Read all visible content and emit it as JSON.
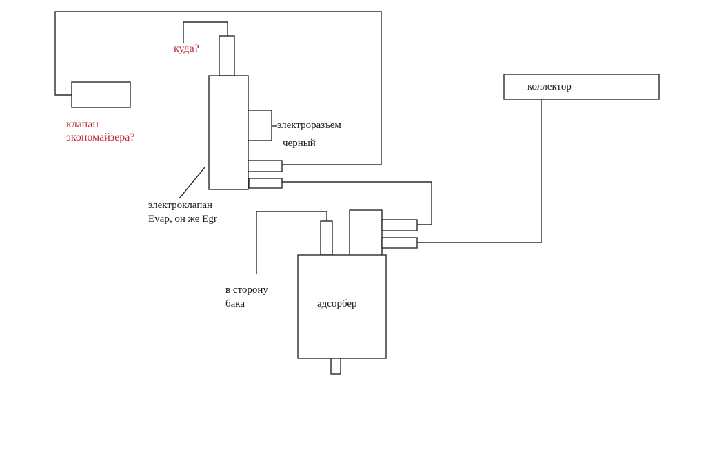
{
  "diagram": {
    "colors": {
      "line": "#2b2b2b",
      "text": "#1a1a1a",
      "question_text": "#c0303a",
      "background": "#ffffff"
    },
    "labels": {
      "where": "куда?",
      "economizer_line1": "клапан",
      "economizer_line2": "экономайзера?",
      "connector_line1": "электроразъем",
      "connector_line2": "черный",
      "valve_line1": "электроклапан",
      "valve_line2": "Evap, он же Egr",
      "tank_line1": "в сторону",
      "tank_line2": "бака",
      "adsorber": "адсорбер",
      "collector": "коллектор"
    },
    "components": [
      {
        "id": "economizer-valve",
        "label_ref": "economizer",
        "uncertain": true
      },
      {
        "id": "evap-egr-solenoid-valve",
        "label_ref": "valve"
      },
      {
        "id": "black-electrical-connector",
        "label_ref": "connector"
      },
      {
        "id": "adsorber",
        "label_ref": "adsorber"
      },
      {
        "id": "collector",
        "label_ref": "collector"
      }
    ],
    "connections": [
      {
        "from": "evap-egr-solenoid-valve.upper-port",
        "to": "economizer-valve"
      },
      {
        "from": "evap-egr-solenoid-valve.lower-port",
        "to": "adsorber.upper-port"
      },
      {
        "from": "adsorber.lower-port",
        "to": "collector"
      },
      {
        "from": "adsorber.tank-port",
        "to": "tank"
      },
      {
        "from": "evap-egr-solenoid-valve.top-nozzle",
        "to": "unknown"
      }
    ]
  }
}
